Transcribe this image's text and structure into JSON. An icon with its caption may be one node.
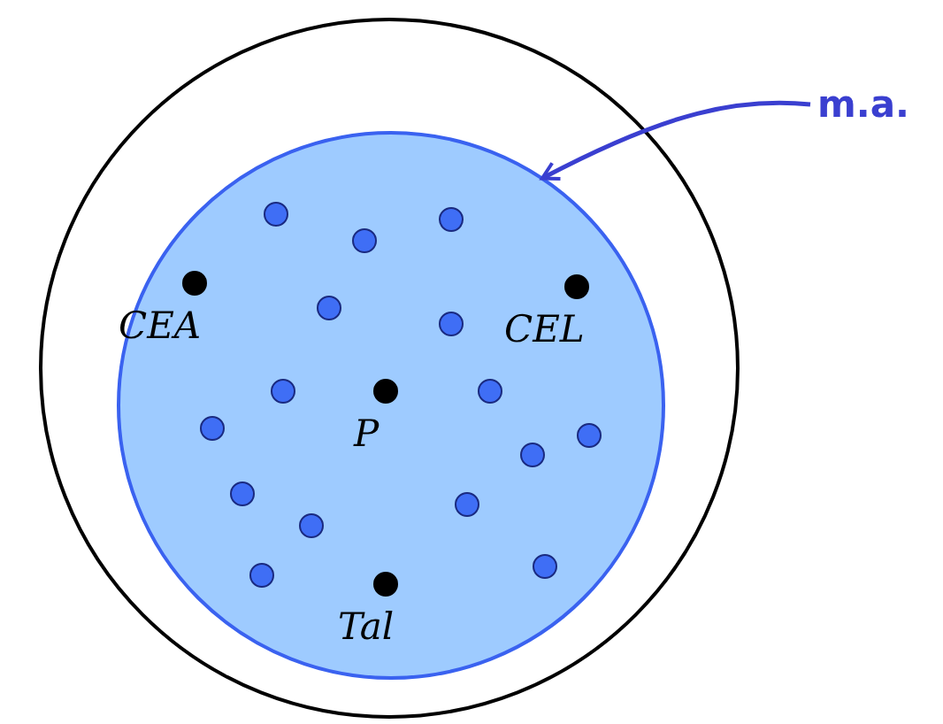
{
  "diagram": {
    "nodes": [
      {
        "text": [
          "m.a."
        ]
      },
      {
        "text": [],
        "shape": "circle"
      },
      {
        "text": [],
        "shape": "circle",
        "in": 1
      },
      {
        "text": [],
        "shape": "circle",
        "in": 2
      },
      {
        "text": [],
        "shape": "circle",
        "in": 2
      },
      {
        "text": [],
        "shape": "circle",
        "in": 2
      },
      {
        "text": [],
        "shape": "circle",
        "beside": [
          "CEA"
        ],
        "in": 2
      },
      {
        "text": [],
        "shape": "circle",
        "beside": [
          "CEL"
        ],
        "in": 2
      },
      {
        "text": [],
        "shape": "circle",
        "in": 2
      },
      {
        "text": [],
        "shape": "circle",
        "in": 2
      },
      {
        "text": [],
        "shape": "circle",
        "beside": [
          "P"
        ],
        "in": 2
      },
      {
        "text": [],
        "shape": "circle",
        "in": 2
      },
      {
        "text": [],
        "shape": "circle",
        "in": 2
      },
      {
        "text": [],
        "shape": "circle",
        "in": 2
      },
      {
        "text": [],
        "shape": "circle",
        "in": 2
      },
      {
        "text": [],
        "shape": "circle",
        "in": 2
      },
      {
        "text": [],
        "shape": "circle",
        "in": 2
      },
      {
        "text": [],
        "shape": "circle",
        "in": 2
      },
      {
        "text": [],
        "shape": "circle",
        "in": 2
      },
      {
        "text": [],
        "shape": "circle",
        "in": 2
      },
      {
        "text": [],
        "shape": "circle",
        "in": 2
      },
      {
        "text": [],
        "shape": "circle",
        "beside": [
          "Tal"
        ],
        "in": 2
      }
    ],
    "edges": [
      {
        "from": 0,
        "to": 2,
        "arrow": "to"
      }
    ]
  }
}
